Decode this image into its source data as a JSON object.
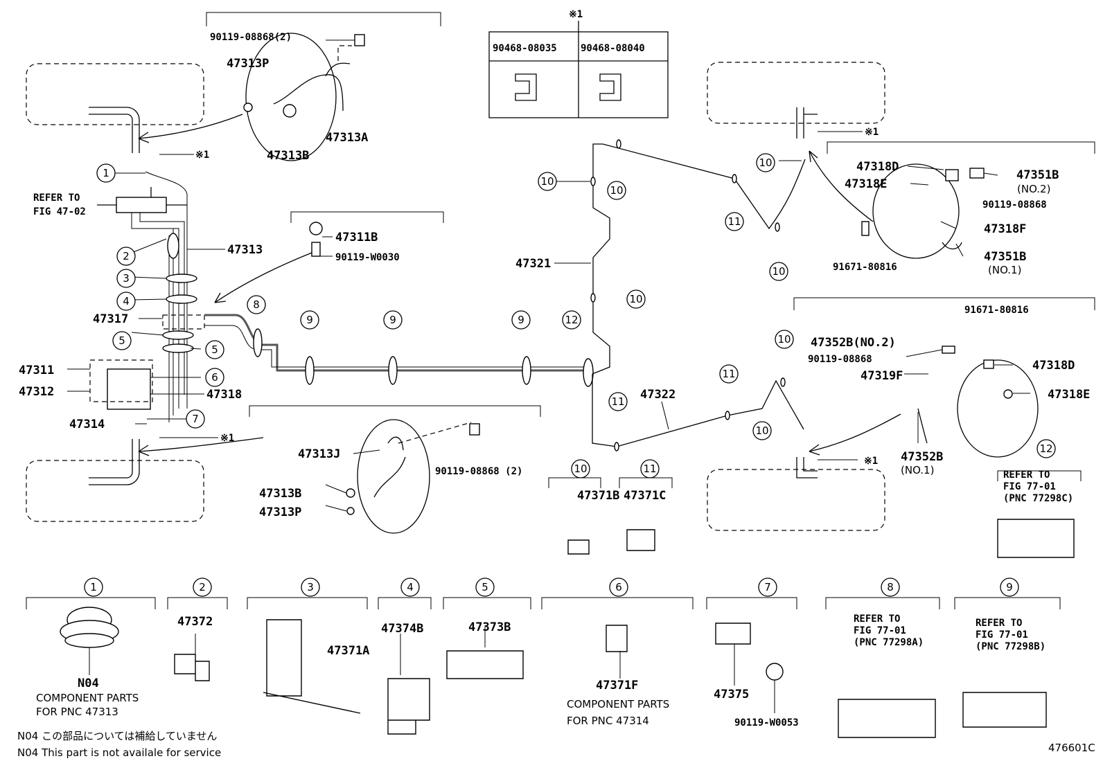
{
  "diagram_id": "476601C",
  "note_symbol": "※1",
  "refer_to_fig_47_02": [
    "REFER TO",
    "FIG 47-02"
  ],
  "callout_numbers": [
    "1",
    "2",
    "3",
    "4",
    "5",
    "6",
    "7",
    "8",
    "9",
    "10",
    "11",
    "12"
  ],
  "parts": {
    "p47313P": "47313P",
    "p47313A": "47313A",
    "p47313B": "47313B",
    "p47313": "47313",
    "p47317": "47317",
    "p47311": "47311",
    "p47312": "47312",
    "p47318": "47318",
    "p47314": "47314",
    "p47311B": "47311B",
    "p47321": "47321",
    "p47322": "47322",
    "p47313J": "47313J",
    "p47371B": "47371B",
    "p47371C": "47371C",
    "p47318D": "47318D",
    "p47318E": "47318E",
    "p47351B": "47351B",
    "p47318F": "47318F",
    "p47352B": "47352B",
    "p47352B_no2": "47352B(NO.2)",
    "p47319F": "47319F",
    "p47372": "47372",
    "p47371A": "47371A",
    "p47374B": "47374B",
    "p47373B": "47373B",
    "p47371F": "47371F",
    "p47375": "47375",
    "n04": "N04"
  },
  "bolts": {
    "b0886_2": "90119-08868(2)",
    "b0886_2_sp": "90119-08868 (2)",
    "b0886": "90119-08868",
    "bW0030": "90119-W0030",
    "bW0053": "90119-W0053",
    "b80816": "91671-80816",
    "b08035": "90468-08035",
    "b08040": "90468-08040"
  },
  "no2": "(NO.2)",
  "no1": "(NO.1)",
  "refer_77_01": {
    "a": [
      "REFER TO",
      "FIG 77-01",
      "(PNC 77298A)"
    ],
    "b": [
      "REFER TO",
      "FIG 77-01",
      "(PNC 77298B)"
    ],
    "c": [
      "REFER TO",
      "FIG 77-01",
      "(PNC 77298C)"
    ]
  },
  "component_parts_47313": [
    "COMPONENT PARTS",
    "FOR PNC 47313"
  ],
  "component_parts_47314": [
    "COMPONENT PARTS",
    "FOR PNC 47314"
  ],
  "footnote_jp": "N04 この部品については補給していません",
  "footnote_en": "N04  This part is not availale for service"
}
